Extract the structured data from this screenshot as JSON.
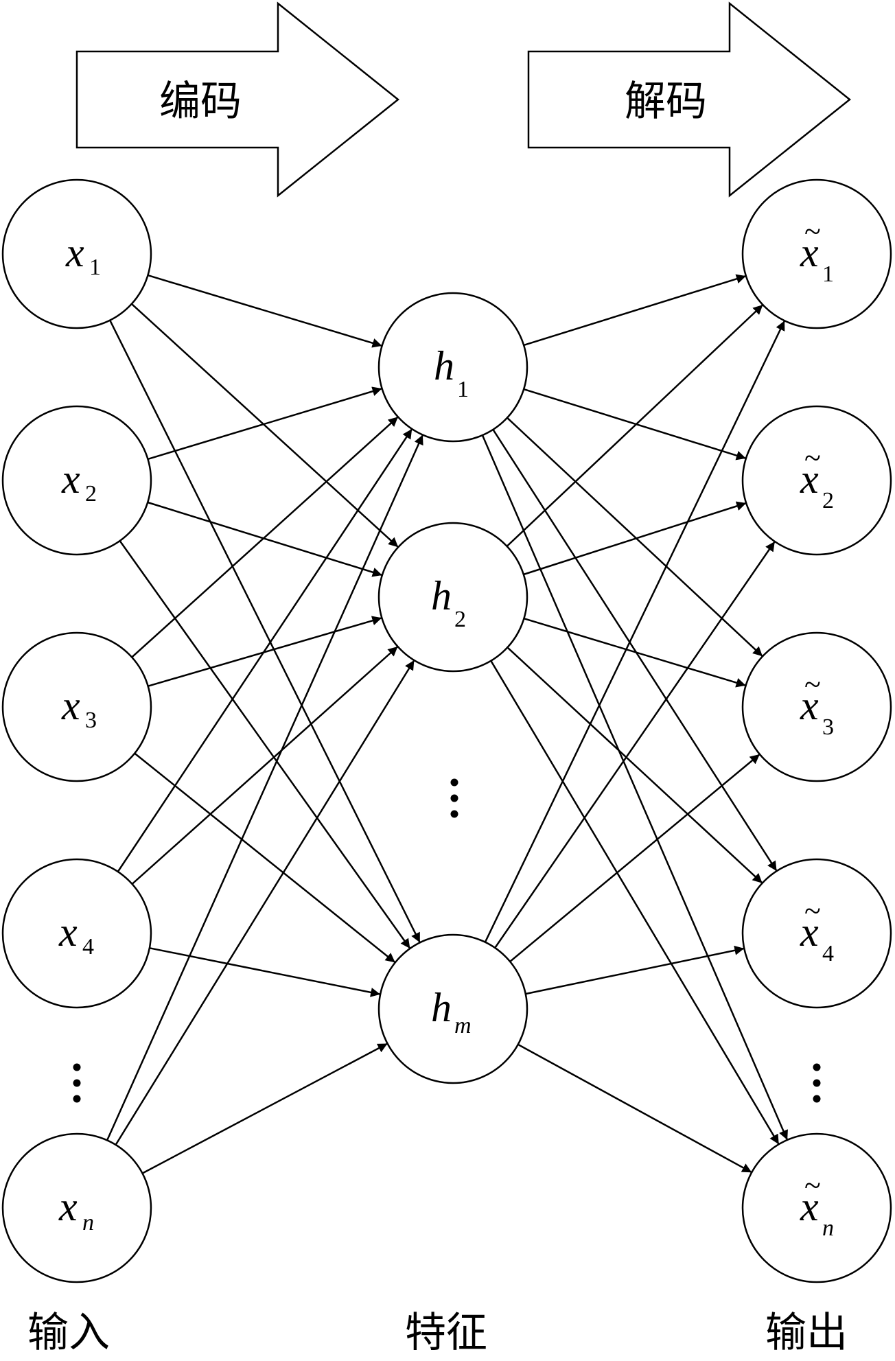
{
  "arrows": {
    "encode_label": "编码",
    "decode_label": "解码"
  },
  "column_labels": {
    "input": "输入",
    "feature": "特征",
    "output": "输出"
  },
  "input_nodes": [
    {
      "id": "x1",
      "var": "x",
      "sub": "1",
      "sub_italic": false
    },
    {
      "id": "x2",
      "var": "x",
      "sub": "2",
      "sub_italic": false
    },
    {
      "id": "x3",
      "var": "x",
      "sub": "3",
      "sub_italic": false
    },
    {
      "id": "x4",
      "var": "x",
      "sub": "4",
      "sub_italic": false
    },
    {
      "id": "xn",
      "var": "x",
      "sub": "n",
      "sub_italic": true
    }
  ],
  "hidden_nodes": [
    {
      "id": "h1",
      "var": "h",
      "sub": "1",
      "sub_italic": false
    },
    {
      "id": "h2",
      "var": "h",
      "sub": "2",
      "sub_italic": false
    },
    {
      "id": "hm",
      "var": "h",
      "sub": "m",
      "sub_italic": true
    }
  ],
  "output_nodes": [
    {
      "id": "y1",
      "var": "x",
      "tilde": "~",
      "sub": "1",
      "sub_italic": false
    },
    {
      "id": "y2",
      "var": "x",
      "tilde": "~",
      "sub": "2",
      "sub_italic": false
    },
    {
      "id": "y3",
      "var": "x",
      "tilde": "~",
      "sub": "3",
      "sub_italic": false
    },
    {
      "id": "y4",
      "var": "x",
      "tilde": "~",
      "sub": "4",
      "sub_italic": false
    },
    {
      "id": "yn",
      "var": "x",
      "tilde": "~",
      "sub": "n",
      "sub_italic": true
    }
  ],
  "edges_encoder": [
    [
      "x1",
      "h1"
    ],
    [
      "x1",
      "h2"
    ],
    [
      "x1",
      "hm"
    ],
    [
      "x2",
      "h1"
    ],
    [
      "x2",
      "h2"
    ],
    [
      "x2",
      "hm"
    ],
    [
      "x3",
      "h1"
    ],
    [
      "x3",
      "h2"
    ],
    [
      "x3",
      "hm"
    ],
    [
      "x4",
      "h1"
    ],
    [
      "x4",
      "h2"
    ],
    [
      "x4",
      "hm"
    ],
    [
      "xn",
      "h1"
    ],
    [
      "xn",
      "h2"
    ],
    [
      "xn",
      "hm"
    ]
  ],
  "edges_decoder": [
    [
      "h1",
      "y1"
    ],
    [
      "h1",
      "y2"
    ],
    [
      "h1",
      "y3"
    ],
    [
      "h1",
      "y4"
    ],
    [
      "h1",
      "yn"
    ],
    [
      "h2",
      "y1"
    ],
    [
      "h2",
      "y2"
    ],
    [
      "h2",
      "y3"
    ],
    [
      "h2",
      "y4"
    ],
    [
      "h2",
      "yn"
    ],
    [
      "hm",
      "y1"
    ],
    [
      "hm",
      "y2"
    ],
    [
      "hm",
      "y3"
    ],
    [
      "hm",
      "y4"
    ],
    [
      "hm",
      "yn"
    ]
  ]
}
